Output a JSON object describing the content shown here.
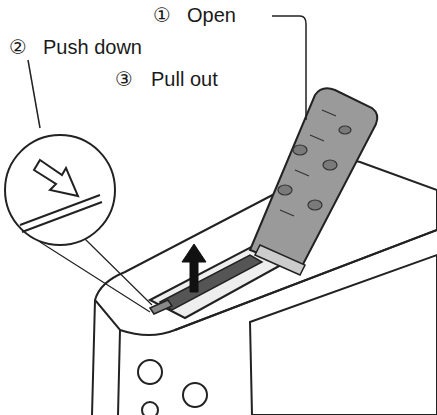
{
  "diagram": {
    "labels": [
      "①",
      "Open",
      "②",
      "Push down",
      "③",
      "Pull out"
    ]
  }
}
